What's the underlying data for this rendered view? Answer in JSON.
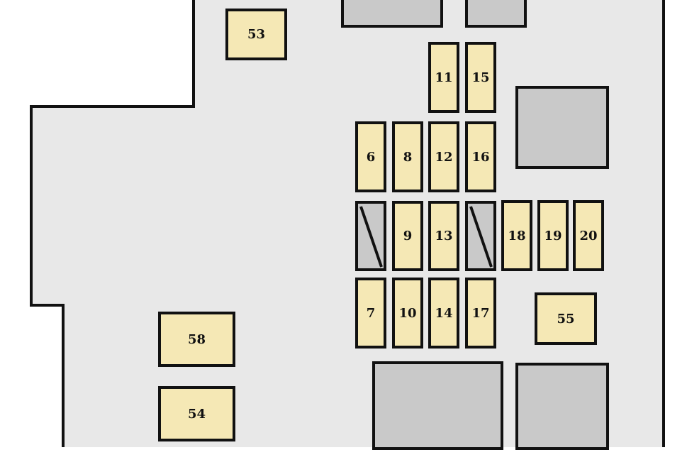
{
  "fuses": [
    {
      "id": "fuse-53",
      "label": "53"
    },
    {
      "id": "fuse-11",
      "label": "11"
    },
    {
      "id": "fuse-15",
      "label": "15"
    },
    {
      "id": "fuse-6",
      "label": "6"
    },
    {
      "id": "fuse-8",
      "label": "8"
    },
    {
      "id": "fuse-12",
      "label": "12"
    },
    {
      "id": "fuse-16",
      "label": "16"
    },
    {
      "id": "fuse-9",
      "label": "9"
    },
    {
      "id": "fuse-13",
      "label": "13"
    },
    {
      "id": "fuse-18",
      "label": "18"
    },
    {
      "id": "fuse-19",
      "label": "19"
    },
    {
      "id": "fuse-20",
      "label": "20"
    },
    {
      "id": "fuse-7",
      "label": "7"
    },
    {
      "id": "fuse-10",
      "label": "10"
    },
    {
      "id": "fuse-14",
      "label": "14"
    },
    {
      "id": "fuse-17",
      "label": "17"
    },
    {
      "id": "fuse-55",
      "label": "55"
    },
    {
      "id": "fuse-58",
      "label": "58"
    },
    {
      "id": "fuse-54",
      "label": "54"
    }
  ],
  "colors": {
    "panel": "#e8e8e8",
    "fuse": "#f5e8b5",
    "relay": "#c9c9c9",
    "outline": "#111111"
  }
}
